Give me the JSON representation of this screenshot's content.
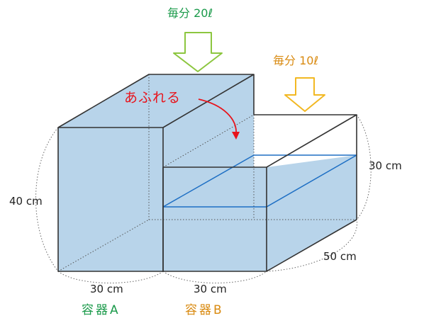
{
  "labels": {
    "flow_a": "毎分 20ℓ",
    "flow_b": "毎分 10ℓ",
    "overflow": "あふれる",
    "height_a": "40 cm",
    "height_b": "30 cm",
    "depth": "50 cm",
    "width_a": "30 cm",
    "width_b": "30 cm",
    "container_a": "容器A",
    "container_b": "容器B"
  },
  "colors": {
    "water_fill": "#b8d4ea",
    "edge": "#333333",
    "water_line": "#1e6fc4",
    "arrow_a": "#8cc63f",
    "arrow_b": "#f2b822",
    "overflow_arrow": "#e8131b",
    "flow_a_text": "#1a9a4a",
    "flow_b_text": "#d98a10"
  },
  "icons": {
    "arrow_a": "down-arrow-icon",
    "arrow_b": "down-arrow-icon",
    "overflow_arrow": "curved-arrow-icon"
  }
}
